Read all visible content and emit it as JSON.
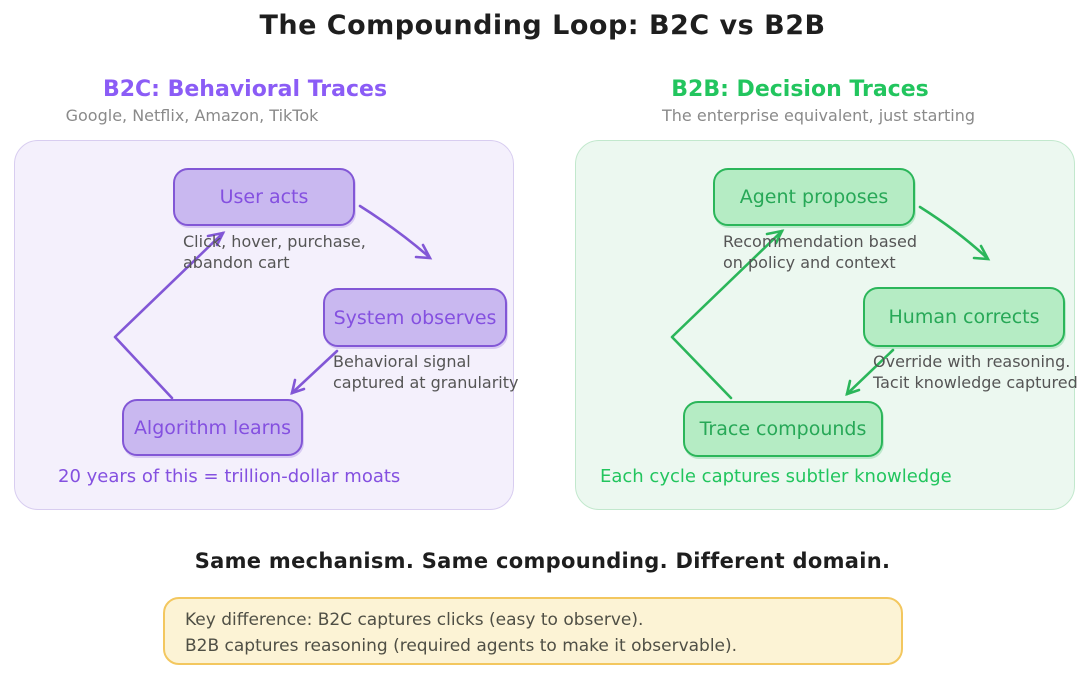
{
  "title": "The Compounding Loop: B2C vs B2B",
  "colors": {
    "purple_bright": "#8b5cf6",
    "purple_stroke": "#8257d6",
    "purple_text": "#8450e0",
    "purple_node_fill": "#c9b8f0",
    "purple_panel": "#f4f0fc",
    "purple_panel_border": "#d8cdf0",
    "green_bright": "#22c55e",
    "green_stroke": "#2bb65a",
    "green_text": "#27a857",
    "green_node_fill": "#b5ecc4",
    "green_panel": "#ecf8f0",
    "green_panel_border": "#c2e8cd",
    "yellow_fill": "#fcf3d5",
    "yellow_stroke": "#f3c75f"
  },
  "panels": [
    {
      "id": "b2c",
      "heading": "B2C: Behavioral Traces",
      "subtitle": "Google, Netflix, Amazon, TikTok",
      "nodes": [
        {
          "label": "User acts"
        },
        {
          "label": "System observes"
        },
        {
          "label": "Algorithm learns"
        }
      ],
      "annotations": [
        "Click, hover, purchase,\nabandon cart",
        "Behavioral signal\ncaptured at granularity"
      ],
      "caption": "20 years of this = trillion-dollar moats"
    },
    {
      "id": "b2b",
      "heading": "B2B: Decision Traces",
      "subtitle": "The enterprise equivalent, just starting",
      "nodes": [
        {
          "label": "Agent proposes"
        },
        {
          "label": "Human corrects"
        },
        {
          "label": "Trace compounds"
        }
      ],
      "annotations": [
        "Recommendation based\non policy and context",
        "Override with reasoning.\nTacit knowledge captured"
      ],
      "caption": "Each cycle captures subtler knowledge"
    }
  ],
  "footer": {
    "tagline": "Same mechanism. Same compounding. Different domain.",
    "key_difference": "Key difference: B2C captures clicks (easy to observe).\nB2B captures reasoning (required agents to make it observable)."
  }
}
